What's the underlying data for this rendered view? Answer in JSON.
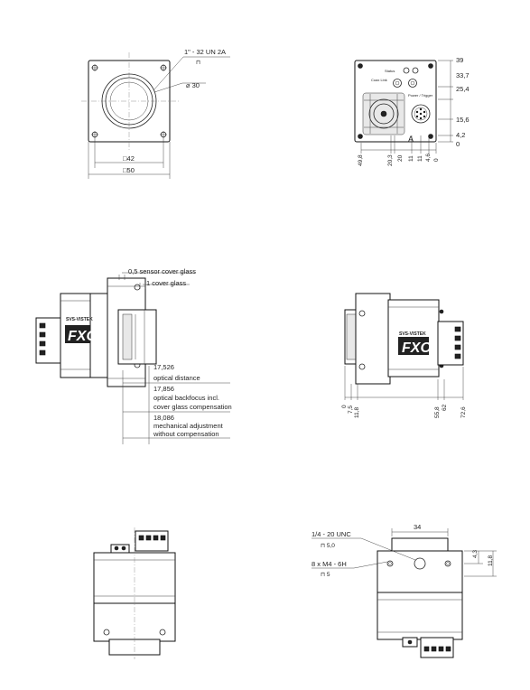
{
  "front_view": {
    "thread_label": "1\" - 32 UN 2A",
    "thread_depth_symbol": "⊓",
    "diameter_label": "⌀ 30",
    "square_inner": "□42",
    "square_outer": "□50"
  },
  "rear_view": {
    "led_label_status": "Status",
    "led_label_link": "Coax Link",
    "connector_label": "Power / Trigger",
    "view_marker": "A",
    "right_dims": [
      "39",
      "33,7",
      "25,4",
      "15,6",
      "4,2",
      "0"
    ],
    "bottom_dims": [
      "49,8",
      "20,3",
      "20",
      "11",
      "11",
      "4,6",
      "0"
    ]
  },
  "side_view_left": {
    "brand_small": "SVS-VISTEK",
    "brand_model": "FXO",
    "sensor_glass": "0,5 sensor cover glass",
    "cover_glass": "1  cover glass",
    "optical_distance_value": "17,526",
    "optical_distance_label": "optical distance",
    "backfocus_value": "17,856",
    "backfocus_label_1": "optical backfocus incl.",
    "backfocus_label_2": "cover glass compensation",
    "mechanical_value": "18,086",
    "mechanical_label_1": "mechanical adjustment",
    "mechanical_label_2": "without compensation"
  },
  "side_view_right": {
    "brand_small": "SVS-VISTEK",
    "brand_model": "FXO",
    "bottom_dims": [
      "0",
      "7,5",
      "11,8",
      "55,8",
      "62",
      "72,6"
    ]
  },
  "top_view_right": {
    "width_dim": "34",
    "tripod_label": "1/4 - 20 UNC",
    "tripod_depth": "⊓ 5,0",
    "mount_holes_label": "8 x M4 - 6H",
    "mount_holes_depth": "⊓ 5",
    "right_dim_small": "4,3",
    "right_dim_large": "11,8"
  }
}
